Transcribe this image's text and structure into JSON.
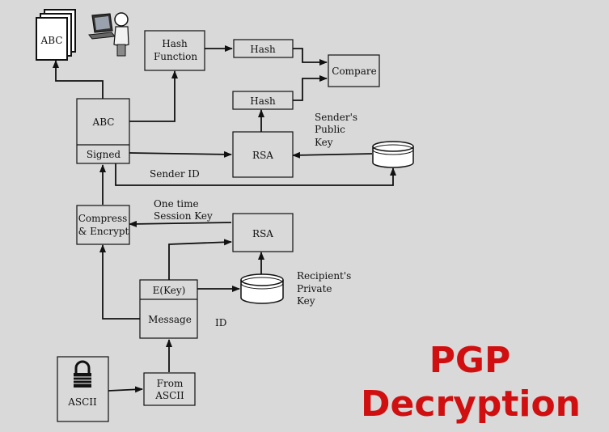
{
  "diagram": {
    "title_line1": "PGP",
    "title_line2": "Decryption",
    "title_color": "#d01010",
    "nodes": {
      "abc_output": "ABC",
      "hash_function_l1": "Hash",
      "hash_function_l2": "Function",
      "hash_top": "Hash",
      "compare": "Compare",
      "hash_mid": "Hash",
      "abc_main": "ABC",
      "signed": "Signed",
      "rsa_sender": "RSA",
      "compress_l1": "Compress",
      "compress_l2": "& Encrypt",
      "rsa_session": "RSA",
      "ekey": "E(Key)",
      "message": "Message",
      "from_ascii_l1": "From",
      "from_ascii_l2": "ASCII",
      "ascii": "ASCII"
    },
    "labels": {
      "sender_public_key": [
        "Sender's",
        "Public",
        "Key"
      ],
      "sender_id": "Sender ID",
      "one_time_session_key": [
        "One time",
        "Session Key"
      ],
      "recipient_private_key": [
        "Recipient's",
        "Private",
        "Key"
      ],
      "id": "ID"
    },
    "icons": [
      "documents-icon",
      "user-at-computer-icon",
      "database-icon",
      "padlock-icon"
    ]
  }
}
